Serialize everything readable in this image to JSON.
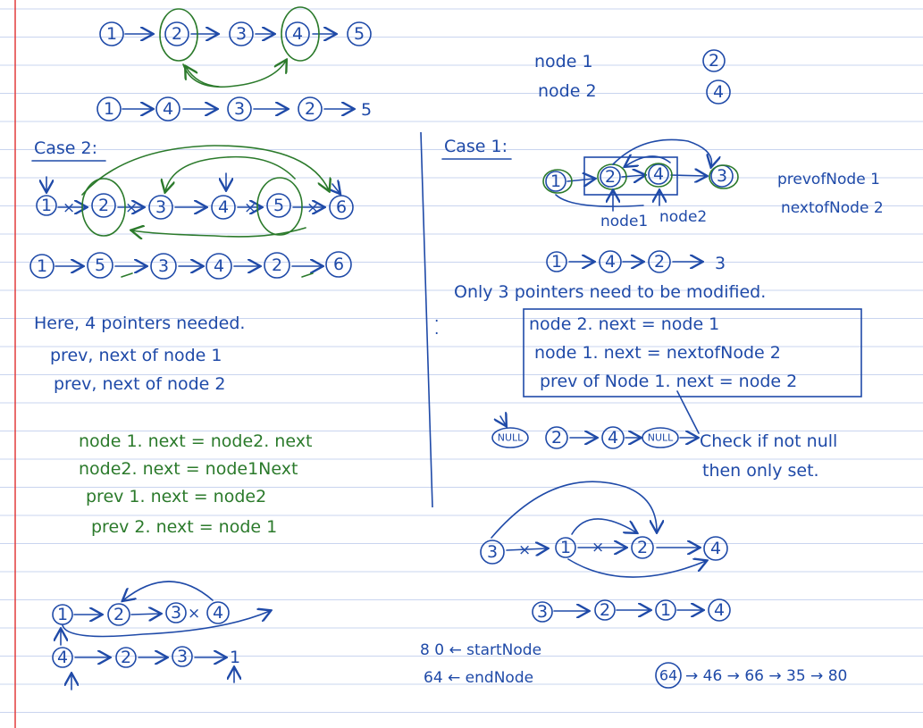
{
  "colors": {
    "blue_ink": "#1f4aa8",
    "green_ink": "#2b7a2b",
    "rule_line": "#c9d4ef",
    "margin_line": "#e23b3b"
  },
  "top": {
    "row1": [
      "1",
      "2",
      "3",
      "4",
      "5"
    ],
    "row2": [
      "1",
      "4",
      "3",
      "2"
    ],
    "row2_tail": "5",
    "legend": [
      {
        "label": "node 1",
        "value": "2"
      },
      {
        "label": "node 2",
        "value": "4"
      }
    ]
  },
  "case2": {
    "title": "Case 2:",
    "row1": [
      "1",
      "2",
      "3",
      "4",
      "5",
      "6"
    ],
    "row2": [
      "1",
      "5",
      "3",
      "4",
      "2",
      "6"
    ],
    "notes": [
      "Here, 4 pointers needed.",
      "prev, next of node 1",
      "prev, next of node 2"
    ],
    "code": [
      "node 1. next  =  node2. next",
      "node2. next  =   node1Next",
      "prev 1. next  =  node2",
      "prev 2. next  = node 1"
    ]
  },
  "case1": {
    "title": "Case 1:",
    "row1": [
      "1",
      "2",
      "4",
      "3"
    ],
    "labels": [
      "node1",
      "node2"
    ],
    "side_notes": [
      "prevofNode 1",
      "nextofNode 2"
    ],
    "result_row": [
      "1",
      "4",
      "2"
    ],
    "result_tail": "3",
    "heading": "Only  3  pointers  need  to  be  modified.",
    "code": [
      "node 2. next  =  node 1",
      "node 1. next  =  nextofNode 2",
      "prev of Node 1. next  =  node 2"
    ],
    "null_row": [
      "NULL",
      "2",
      "4",
      "NULL"
    ],
    "check_note": [
      "Check if not null",
      "then only set."
    ]
  },
  "bottom_left": {
    "row1": [
      "1",
      "2",
      "3",
      "4"
    ],
    "row2": [
      "4",
      "2",
      "3"
    ],
    "row2_tail": "1"
  },
  "bottom_right": {
    "row1": [
      "3",
      "1",
      "2",
      "4"
    ],
    "row2": [
      "3",
      "2",
      "1",
      "4"
    ]
  },
  "footer": {
    "start": "8 0 ← startNode",
    "end": "64 ← endNode",
    "seq_head": "64",
    "seq_tail": "→ 46 → 66 → 35 → 80"
  }
}
